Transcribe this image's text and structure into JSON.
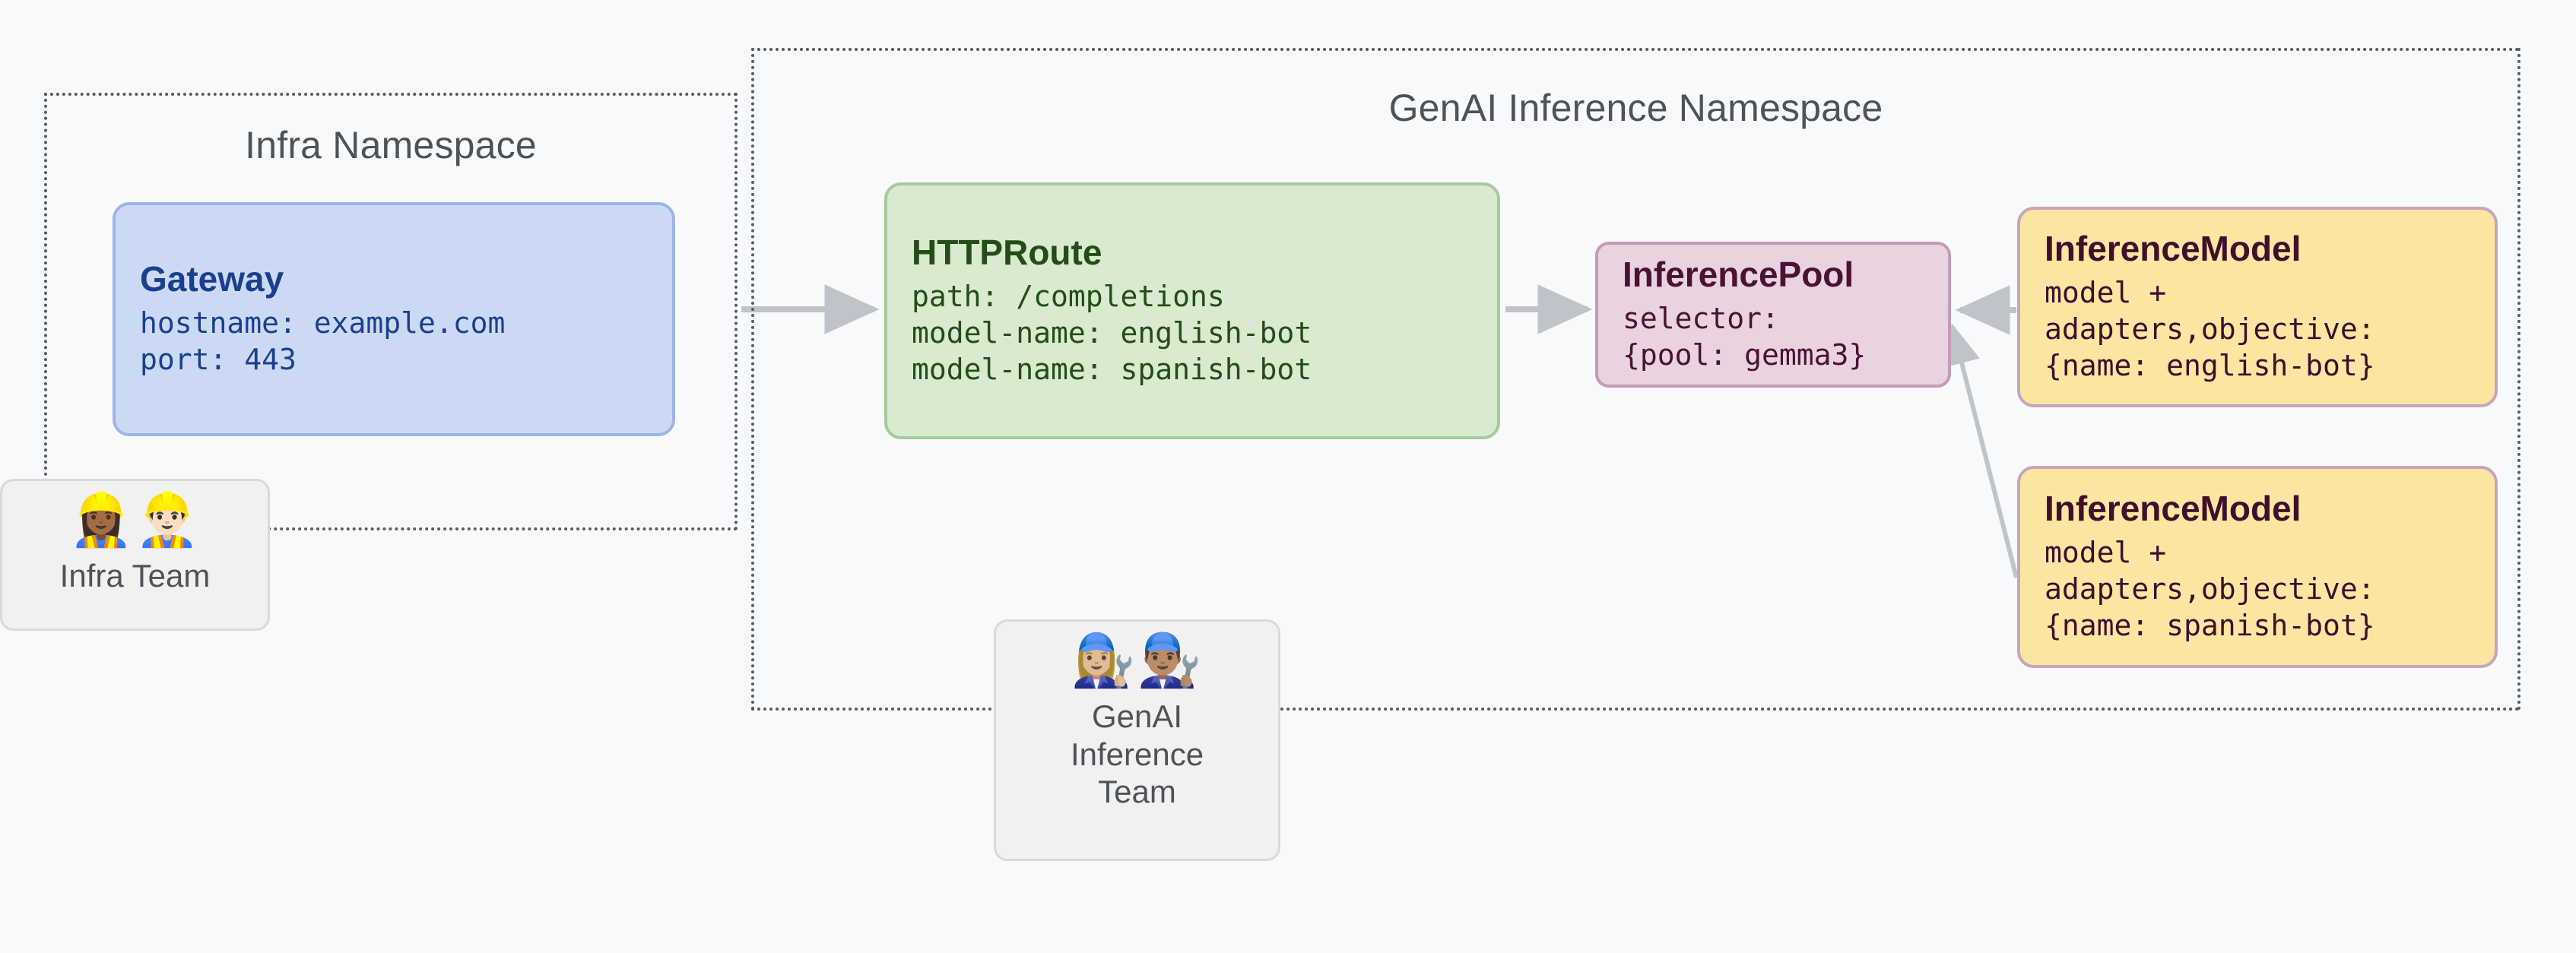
{
  "diagram": {
    "background_color": "#f8f9fb",
    "namespaces": [
      {
        "id": "infra",
        "title": "Infra Namespace"
      },
      {
        "id": "genai",
        "title": "GenAI Inference Namespace"
      }
    ],
    "nodes": {
      "gateway": {
        "title": "Gateway",
        "lines": [
          "hostname: example.com",
          "port: 443"
        ],
        "fill": "#ccd9f4",
        "stroke": "#9db4e8",
        "text_color": "#1b3f8f"
      },
      "httproute": {
        "title": "HTTPRoute",
        "lines": [
          "path: /completions",
          "model-name: english-bot",
          "model-name: spanish-bot"
        ],
        "fill": "#d9ead0",
        "stroke": "#a9c99b",
        "text_color": "#234d16"
      },
      "inferencepool": {
        "title": "InferencePool",
        "lines": [
          "selector:",
          "{pool: gemma3}"
        ],
        "fill": "#e9d3e0",
        "stroke": "#c49bb6",
        "text_color": "#4a1236"
      },
      "inferencemodel_english": {
        "title": "InferenceModel",
        "lines": [
          "model +",
          "adapters,objective:",
          "{name: english-bot}"
        ],
        "fill": "#fae5a1",
        "stroke": "#c9a4bd",
        "text_color": "#3f0f2c"
      },
      "inferencemodel_spanish": {
        "title": "InferenceModel",
        "lines": [
          "model +",
          "adapters,objective:",
          "{name: spanish-bot}"
        ],
        "fill": "#fae5a1",
        "stroke": "#c9a4bd",
        "text_color": "#3f0f2c"
      }
    },
    "teams": {
      "infra_team": {
        "label": "Infra Team",
        "emoji": "👷🏾‍♀️👷🏻‍♂️",
        "icon_names": [
          "woman-construction-worker-icon",
          "man-construction-worker-icon"
        ]
      },
      "genai_team": {
        "label": "GenAI\nInference\nTeam",
        "emoji": "👩🏼‍🔧👨🏽‍🔧",
        "icon_names": [
          "woman-mechanic-icon",
          "man-mechanic-icon"
        ]
      }
    },
    "connectors": [
      {
        "id": "gateway-to-httproute",
        "from": "infra-namespace-edge",
        "to": "httproute",
        "style": "solid",
        "arrow": "end",
        "color": "#c0c3c9"
      },
      {
        "id": "httproute-to-inferencepool",
        "from": "httproute",
        "to": "inferencepool",
        "style": "solid",
        "arrow": "end",
        "color": "#c0c3c9"
      },
      {
        "id": "inferencemodel-english-to-pool",
        "from": "inferencemodel_english",
        "to": "inferencepool",
        "style": "solid",
        "arrow": "end",
        "color": "#c0c3c9"
      },
      {
        "id": "inferencemodel-spanish-to-pool",
        "from": "inferencemodel_spanish",
        "to": "inferencepool",
        "style": "solid",
        "arrow": "end",
        "color": "#c0c3c9"
      }
    ]
  }
}
